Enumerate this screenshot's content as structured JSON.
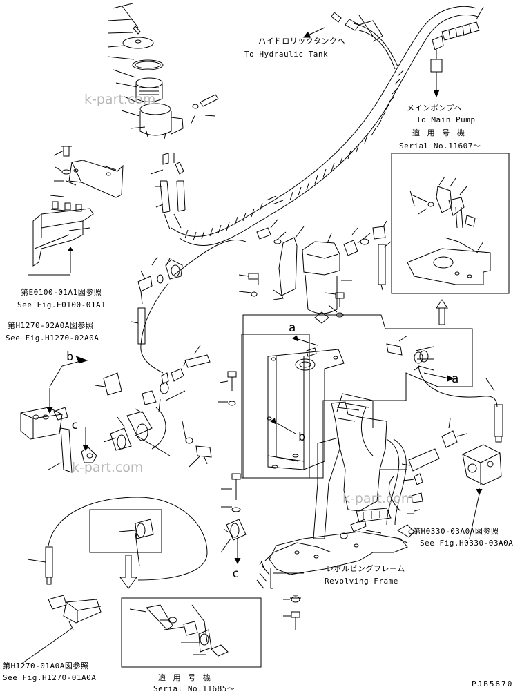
{
  "labels": {
    "hydraulic_tank_jp": "ハイドロリックタンクへ",
    "hydraulic_tank_en": "To Hydraulic Tank",
    "main_pump_jp": "メインポンプへ",
    "main_pump_en": "To Main Pump",
    "serial_top_jp": "適 用 号 機",
    "serial_top_en": "Serial No.11607～",
    "fig_e0100_jp": "第E0100-01A1図参照",
    "fig_e0100_en": "See Fig.E0100-01A1",
    "fig_h1270_02_jp": "第H1270-02A0A図参照",
    "fig_h1270_02_en": "See Fig.H1270-02A0A",
    "fig_h0330_jp": "第H0330-03A0A図参照",
    "fig_h0330_en": "See Fig.H0330-03A0A",
    "revolving_jp": "レボルビングフレーム",
    "revolving_en": "Revolving Frame",
    "fig_h1270_01_jp": "第H1270-01A0A図参照",
    "fig_h1270_01_en": "See Fig.H1270-01A0A",
    "serial_bottom_jp": "適 用 号 機",
    "serial_bottom_en": "Serial No.11685～",
    "doc_code": "PJB5870"
  },
  "callouts": {
    "a_top": "a",
    "a_right": "a",
    "b_left": "b",
    "b_mid": "b",
    "c_left": "c",
    "c_bottom": "c"
  },
  "watermarks": [
    "k-part.com",
    "k-part.com",
    "k-part.com"
  ]
}
